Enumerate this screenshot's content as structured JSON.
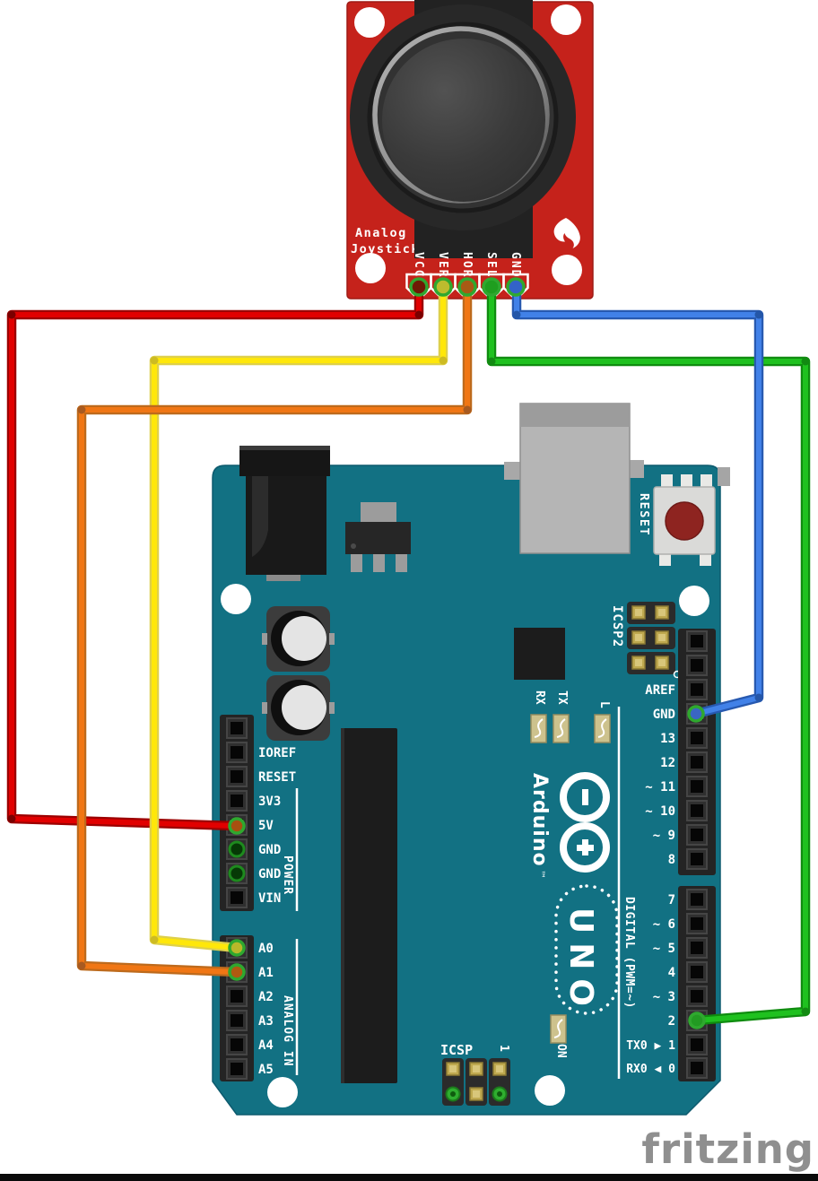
{
  "watermark": "fritzing",
  "joystick": {
    "board_color": "#c5221b",
    "label_line1": "Analog",
    "label_line2": "Joystick",
    "pins": [
      {
        "label": "VCC",
        "wire": "red"
      },
      {
        "label": "VER",
        "wire": "yellow"
      },
      {
        "label": "HOR",
        "wire": "orange"
      },
      {
        "label": "SEL",
        "wire": "green"
      },
      {
        "label": "GND",
        "wire": "blue"
      }
    ]
  },
  "arduino": {
    "board_color": "#127183",
    "brand": "Arduino",
    "brand_tm": "™",
    "model": "UNO",
    "reset_button_label": "RESET",
    "icsp2_label": "ICSP2",
    "icsp_label": "ICSP",
    "icsp_pin1": "1",
    "on_label": "ON",
    "rx_label": "RX",
    "tx_label": "TX",
    "l_label": "L",
    "digital_group_label": "DIGITAL (PWM=~)",
    "power_group_label": "POWER",
    "analog_group_label": "ANALOG IN",
    "right_pins_upper": [
      "AREF",
      "GND",
      "13",
      "12",
      "~ 11",
      "~ 10",
      "~ 9",
      "8"
    ],
    "right_pins_lower": [
      "7",
      "~ 6",
      "~ 5",
      "4",
      "~ 3",
      "2",
      "TX0 ▶ 1",
      "RX0 ◀ 0"
    ],
    "left_power_pins": [
      "IOREF",
      "RESET",
      "3V3",
      "5V",
      "GND",
      "GND",
      "VIN"
    ],
    "left_analog_pins": [
      "A0",
      "A1",
      "A2",
      "A3",
      "A4",
      "A5"
    ]
  },
  "wires": [
    {
      "name": "vcc-to-5v",
      "color": "#e10000",
      "from": "Joystick VCC",
      "to": "Arduino 5V"
    },
    {
      "name": "ver-to-a0",
      "color": "#ffe70a",
      "from": "Joystick VER",
      "to": "Arduino A0"
    },
    {
      "name": "hor-to-a1",
      "color": "#f07614",
      "from": "Joystick HOR",
      "to": "Arduino A1"
    },
    {
      "name": "sel-to-d2",
      "color": "#1fc11f",
      "from": "Joystick SEL",
      "to": "Arduino D2"
    },
    {
      "name": "gnd-to-gnd",
      "color": "#4181e8",
      "from": "Joystick GND",
      "to": "Arduino GND"
    }
  ]
}
